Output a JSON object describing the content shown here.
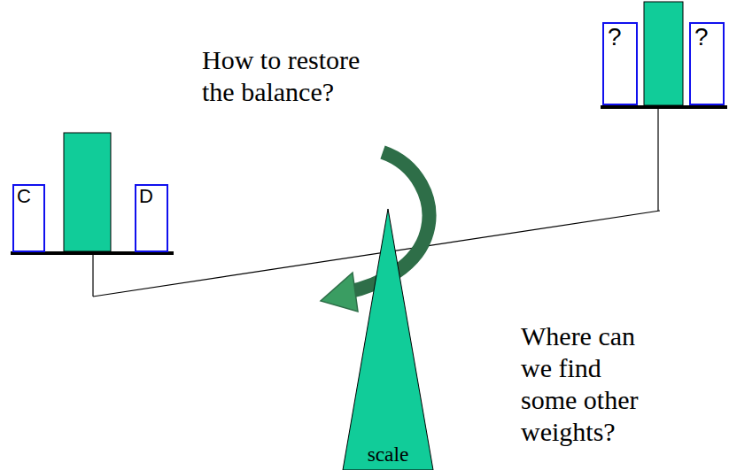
{
  "diagram": {
    "nodes": [
      {
        "text": [
          "?"
        ]
      },
      {
        "text": [
          "?"
        ]
      },
      {
        "text": [
          "C"
        ]
      },
      {
        "text": [
          "D"
        ]
      },
      {
        "text": [
          "scale"
        ]
      }
    ],
    "labels": [
      "How to restore the balance?",
      "Where can we find some other weights?"
    ]
  }
}
